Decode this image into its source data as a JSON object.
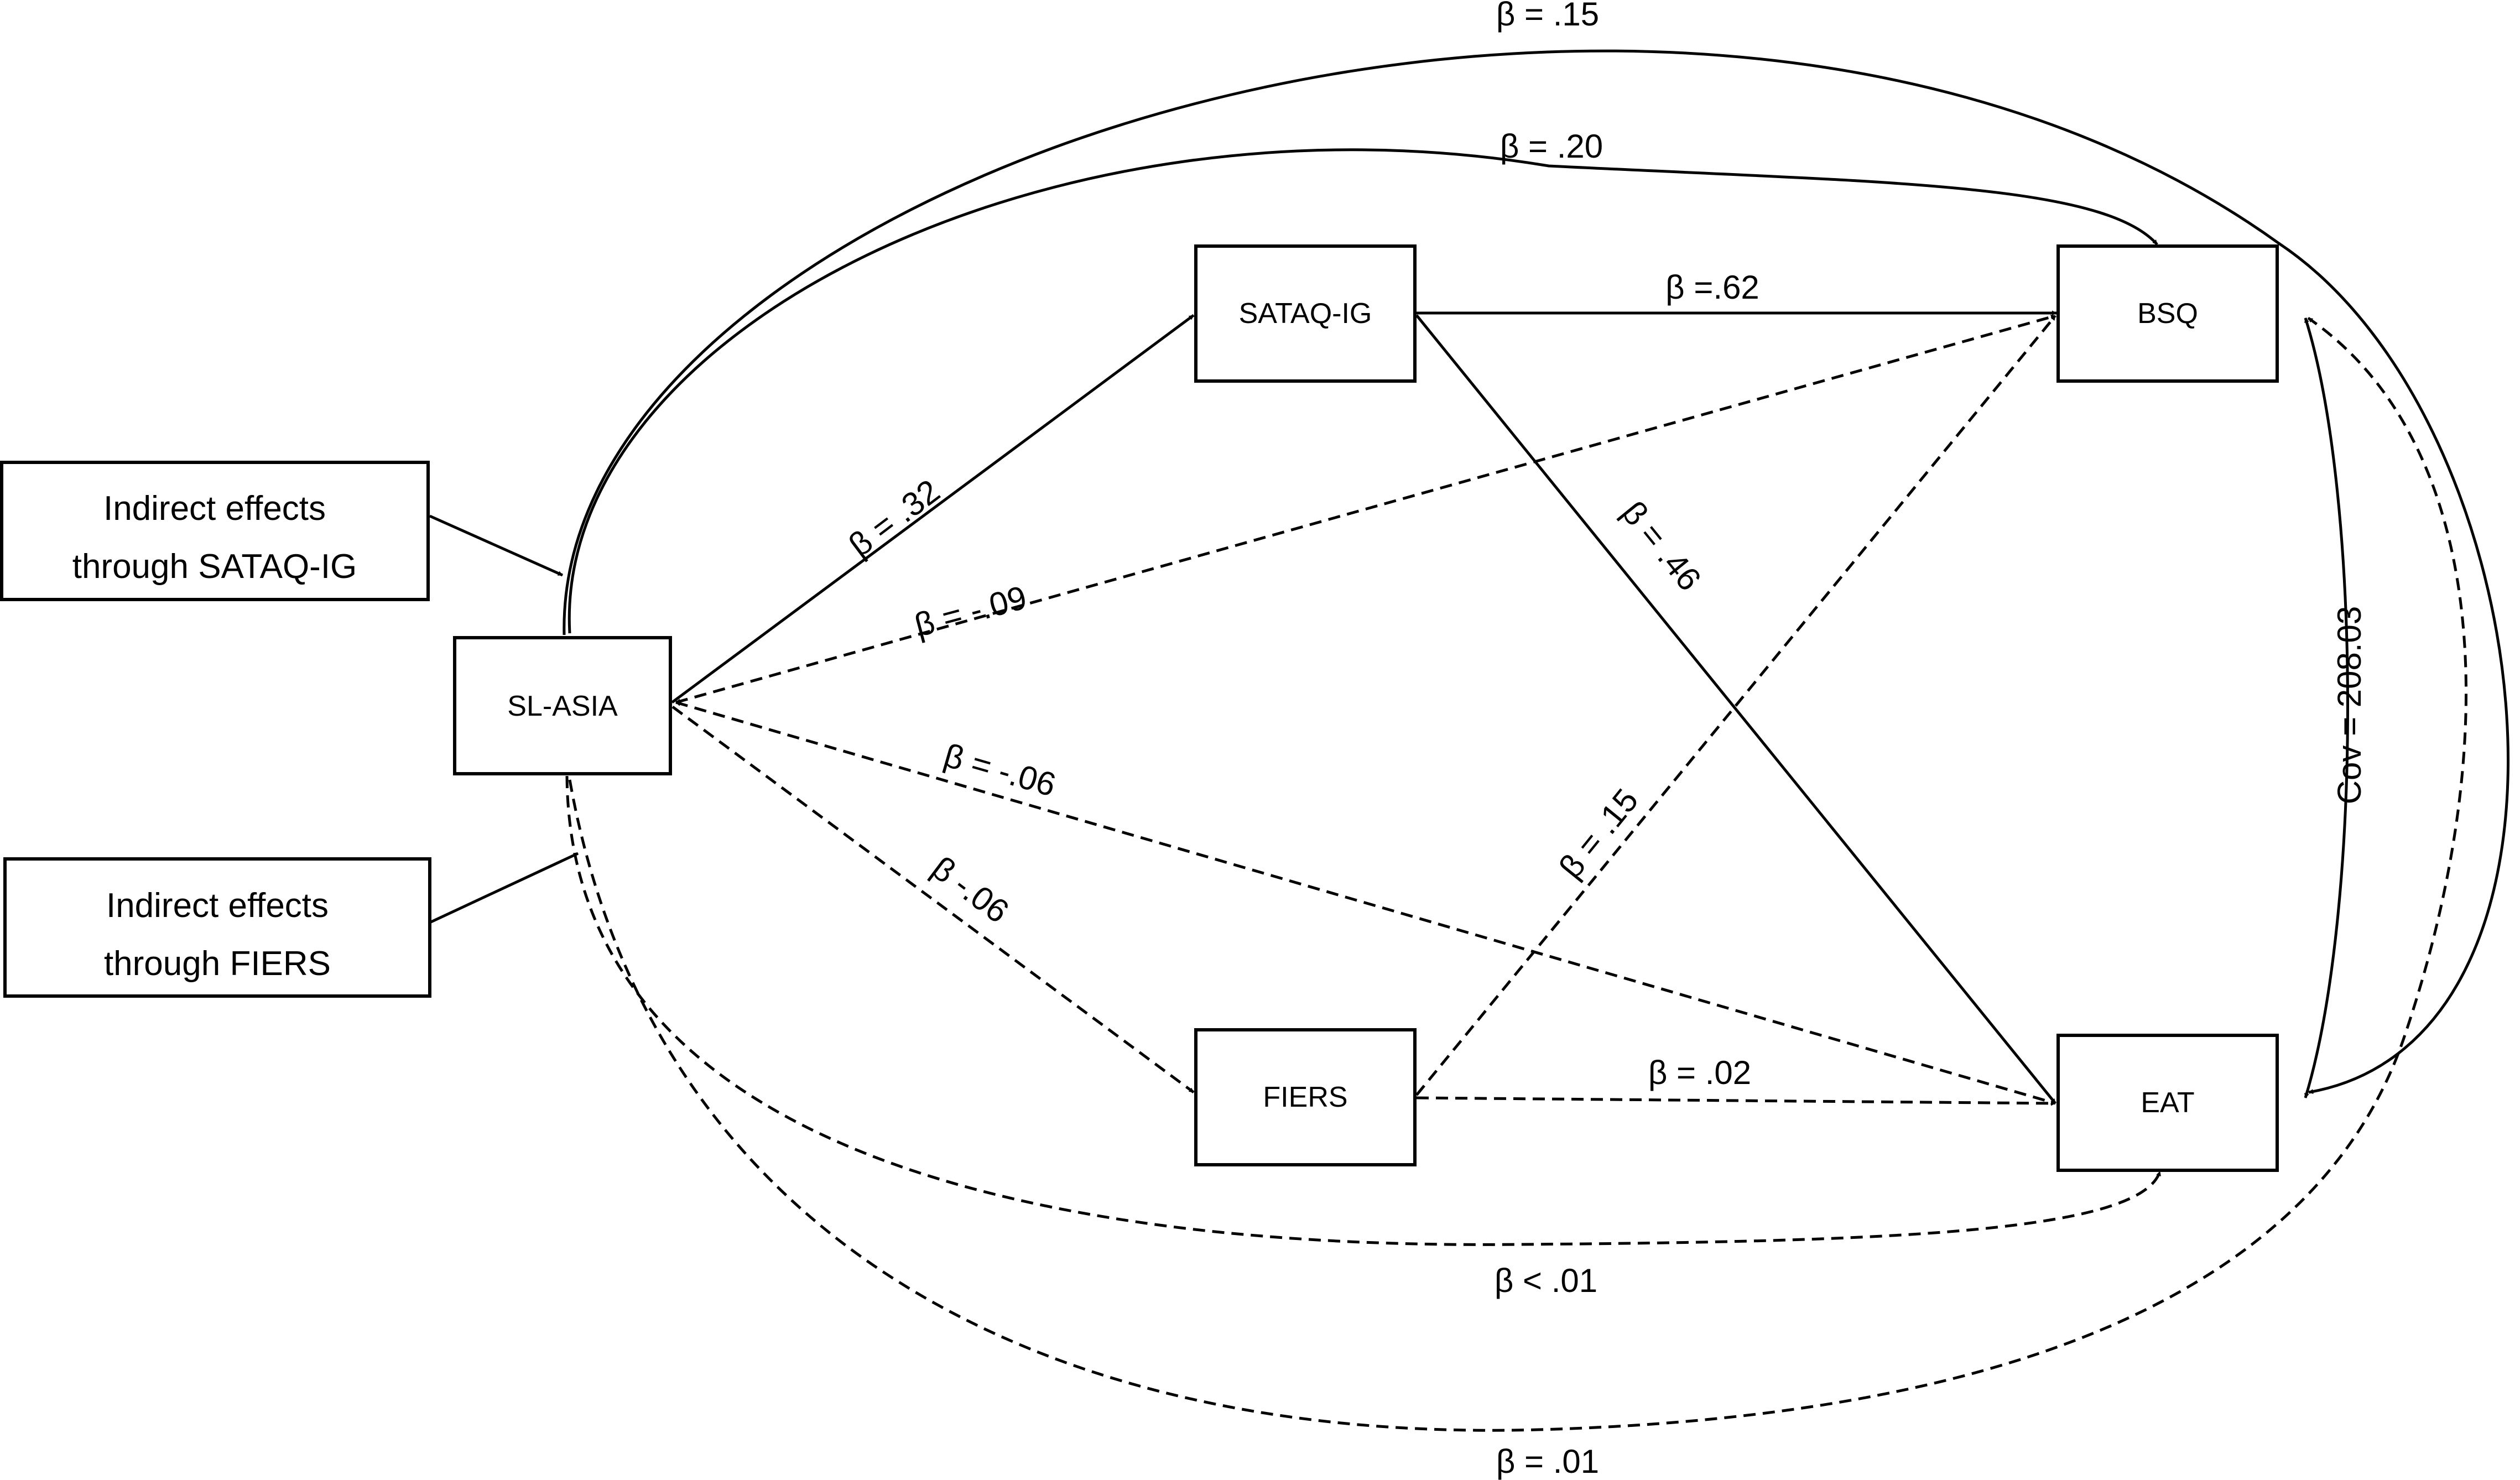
{
  "nodes": {
    "sl_asia": "SL-ASIA",
    "sataq_ig": "SATAQ-IG",
    "fiers": "FIERS",
    "bsq": "BSQ",
    "eat": "EAT"
  },
  "notes": {
    "sataq_line1": "Indirect effects",
    "sataq_line2": "through SATAQ-IG",
    "fiers_line1": "Indirect effects",
    "fiers_line2": "through FIERS"
  },
  "paths": {
    "slasia_bsq_outer": "β = .15",
    "slasia_bsq_inner": "β = .20",
    "sataq_bsq": "β =.62",
    "slasia_sataq": "β = .32",
    "slasia_bsq_dashed": "β = -.09",
    "sataq_eat": "β = .46",
    "slasia_eat_dashed": "β = -.06",
    "slasia_fiers": "β -.06",
    "fiers_bsq": "β = .15",
    "fiers_eat": "β = .02",
    "cov_bsq_eat": "Cov = 208.03",
    "slasia_eat_curve": "β < .01",
    "slasia_bsq_curve": "β = .01"
  }
}
